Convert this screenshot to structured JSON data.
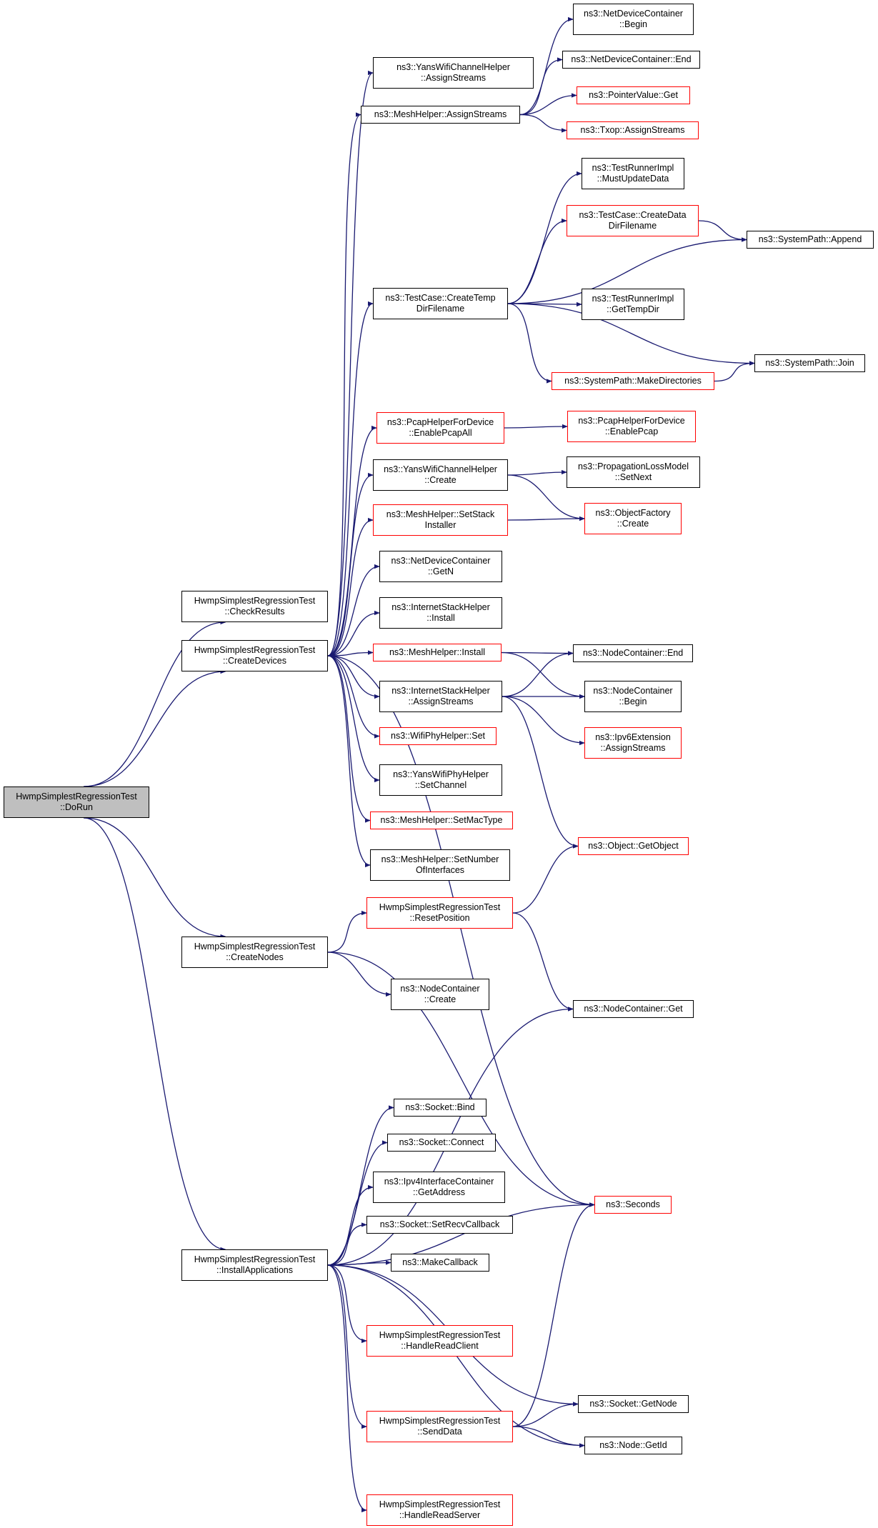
{
  "diagram": {
    "type": "call-graph",
    "edge_color": "#191970",
    "node_border_color": "#000000",
    "truncated_node_border_color": "#ff0000",
    "root_fill_color": "#bfbfbf",
    "nodes": [
      {
        "id": "dorun",
        "line1": "HwmpSimplestRegressionTest",
        "line2": "::DoRun",
        "style": "root"
      },
      {
        "id": "checkresults",
        "line1": "HwmpSimplestRegressionTest",
        "line2": "::CheckResults",
        "style": "normal"
      },
      {
        "id": "createdevices",
        "line1": "HwmpSimplestRegressionTest",
        "line2": "::CreateDevices",
        "style": "normal"
      },
      {
        "id": "createnodes",
        "line1": "HwmpSimplestRegressionTest",
        "line2": "::CreateNodes",
        "style": "normal"
      },
      {
        "id": "installapps",
        "line1": "HwmpSimplestRegressionTest",
        "line2": "::InstallApplications",
        "style": "normal"
      },
      {
        "id": "yanschan_assign",
        "line1": "ns3::YansWifiChannelHelper",
        "line2": "::AssignStreams",
        "style": "normal"
      },
      {
        "id": "mesh_assign",
        "line1": "ns3::MeshHelper::AssignStreams",
        "line2": "",
        "style": "normal"
      },
      {
        "id": "tc_createtemp",
        "line1": "ns3::TestCase::CreateTemp",
        "line2": "DirFilename",
        "style": "normal"
      },
      {
        "id": "pcap_all",
        "line1": "ns3::PcapHelperForDevice",
        "line2": "::EnablePcapAll",
        "style": "red"
      },
      {
        "id": "yanschan_create",
        "line1": "ns3::YansWifiChannelHelper",
        "line2": "::Create",
        "style": "normal"
      },
      {
        "id": "mesh_setstack",
        "line1": "ns3::MeshHelper::SetStack",
        "line2": "Installer",
        "style": "red"
      },
      {
        "id": "ndc_getn",
        "line1": "ns3::NetDeviceContainer",
        "line2": "::GetN",
        "style": "normal"
      },
      {
        "id": "ish_install",
        "line1": "ns3::InternetStackHelper",
        "line2": "::Install",
        "style": "normal"
      },
      {
        "id": "mesh_install",
        "line1": "ns3::MeshHelper::Install",
        "line2": "",
        "style": "red"
      },
      {
        "id": "ish_assign",
        "line1": "ns3::InternetStackHelper",
        "line2": "::AssignStreams",
        "style": "normal"
      },
      {
        "id": "wifiphy_set",
        "line1": "ns3::WifiPhyHelper::Set",
        "line2": "",
        "style": "red"
      },
      {
        "id": "yansphy_setchannel",
        "line1": "ns3::YansWifiPhyHelper",
        "line2": "::SetChannel",
        "style": "normal"
      },
      {
        "id": "mesh_setmac",
        "line1": "ns3::MeshHelper::SetMacType",
        "line2": "",
        "style": "red"
      },
      {
        "id": "mesh_setnum",
        "line1": "ns3::MeshHelper::SetNumber",
        "line2": "OfInterfaces",
        "style": "normal"
      },
      {
        "id": "resetpos",
        "line1": "HwmpSimplestRegressionTest",
        "line2": "::ResetPosition",
        "style": "red"
      },
      {
        "id": "nc_create",
        "line1": "ns3::NodeContainer",
        "line2": "::Create",
        "style": "normal"
      },
      {
        "id": "sock_bind",
        "line1": "ns3::Socket::Bind",
        "line2": "",
        "style": "normal"
      },
      {
        "id": "sock_connect",
        "line1": "ns3::Socket::Connect",
        "line2": "",
        "style": "normal"
      },
      {
        "id": "ipv4_getaddr",
        "line1": "ns3::Ipv4InterfaceContainer",
        "line2": "::GetAddress",
        "style": "normal"
      },
      {
        "id": "sock_setrecv",
        "line1": "ns3::Socket::SetRecvCallback",
        "line2": "",
        "style": "normal"
      },
      {
        "id": "makecallback",
        "line1": "ns3::MakeCallback",
        "line2": "",
        "style": "normal"
      },
      {
        "id": "readclient",
        "line1": "HwmpSimplestRegressionTest",
        "line2": "::HandleReadClient",
        "style": "red"
      },
      {
        "id": "senddata",
        "line1": "HwmpSimplestRegressionTest",
        "line2": "::SendData",
        "style": "red"
      },
      {
        "id": "readserver",
        "line1": "HwmpSimplestRegressionTest",
        "line2": "::HandleReadServer",
        "style": "red"
      },
      {
        "id": "ndc_begin",
        "line1": "ns3::NetDeviceContainer",
        "line2": "::Begin",
        "style": "normal"
      },
      {
        "id": "ndc_end",
        "line1": "ns3::NetDeviceContainer::End",
        "line2": "",
        "style": "normal"
      },
      {
        "id": "ptr_get",
        "line1": "ns3::PointerValue::Get",
        "line2": "",
        "style": "red"
      },
      {
        "id": "txop_assign",
        "line1": "ns3::Txop::AssignStreams",
        "line2": "",
        "style": "red"
      },
      {
        "id": "trimpl_must",
        "line1": "ns3::TestRunnerImpl",
        "line2": "::MustUpdateData",
        "style": "normal"
      },
      {
        "id": "tc_createdata",
        "line1": "ns3::TestCase::CreateData",
        "line2": "DirFilename",
        "style": "red"
      },
      {
        "id": "trimpl_gettemp",
        "line1": "ns3::TestRunnerImpl",
        "line2": "::GetTempDir",
        "style": "normal"
      },
      {
        "id": "sp_makedirs",
        "line1": "ns3::SystemPath::MakeDirectories",
        "line2": "",
        "style": "red"
      },
      {
        "id": "pcap_enable",
        "line1": "ns3::PcapHelperForDevice",
        "line2": "::EnablePcap",
        "style": "red"
      },
      {
        "id": "plm_setnext",
        "line1": "ns3::PropagationLossModel",
        "line2": "::SetNext",
        "style": "normal"
      },
      {
        "id": "of_create",
        "line1": "ns3::ObjectFactory",
        "line2": "::Create",
        "style": "red"
      },
      {
        "id": "nc_end",
        "line1": "ns3::NodeContainer::End",
        "line2": "",
        "style": "normal"
      },
      {
        "id": "nc_begin",
        "line1": "ns3::NodeContainer",
        "line2": "::Begin",
        "style": "normal"
      },
      {
        "id": "ipv6ext_assign",
        "line1": "ns3::Ipv6Extension",
        "line2": "::AssignStreams",
        "style": "red"
      },
      {
        "id": "obj_getobject",
        "line1": "ns3::Object::GetObject",
        "line2": "",
        "style": "red"
      },
      {
        "id": "nc_get",
        "line1": "ns3::NodeContainer::Get",
        "line2": "",
        "style": "normal"
      },
      {
        "id": "seconds",
        "line1": "ns3::Seconds",
        "line2": "",
        "style": "red"
      },
      {
        "id": "sock_getnode",
        "line1": "ns3::Socket::GetNode",
        "line2": "",
        "style": "normal"
      },
      {
        "id": "node_getid",
        "line1": "ns3::Node::GetId",
        "line2": "",
        "style": "normal"
      },
      {
        "id": "sp_append",
        "line1": "ns3::SystemPath::Append",
        "line2": "",
        "style": "normal"
      },
      {
        "id": "sp_join",
        "line1": "ns3::SystemPath::Join",
        "line2": "",
        "style": "normal"
      }
    ],
    "edges": [
      [
        "dorun",
        "checkresults"
      ],
      [
        "dorun",
        "createdevices"
      ],
      [
        "dorun",
        "createnodes"
      ],
      [
        "dorun",
        "installapps"
      ],
      [
        "createdevices",
        "yanschan_assign"
      ],
      [
        "createdevices",
        "mesh_assign"
      ],
      [
        "createdevices",
        "tc_createtemp"
      ],
      [
        "createdevices",
        "pcap_all"
      ],
      [
        "createdevices",
        "yanschan_create"
      ],
      [
        "createdevices",
        "mesh_setstack"
      ],
      [
        "createdevices",
        "ndc_getn"
      ],
      [
        "createdevices",
        "ish_install"
      ],
      [
        "createdevices",
        "mesh_install"
      ],
      [
        "createdevices",
        "ish_assign"
      ],
      [
        "createdevices",
        "wifiphy_set"
      ],
      [
        "createdevices",
        "yansphy_setchannel"
      ],
      [
        "createdevices",
        "mesh_setmac"
      ],
      [
        "createdevices",
        "mesh_setnum"
      ],
      [
        "createdevices",
        "seconds"
      ],
      [
        "mesh_assign",
        "ndc_begin"
      ],
      [
        "mesh_assign",
        "ndc_end"
      ],
      [
        "mesh_assign",
        "ptr_get"
      ],
      [
        "mesh_assign",
        "txop_assign"
      ],
      [
        "tc_createtemp",
        "trimpl_must"
      ],
      [
        "tc_createtemp",
        "tc_createdata"
      ],
      [
        "tc_createtemp",
        "sp_append"
      ],
      [
        "tc_createtemp",
        "trimpl_gettemp"
      ],
      [
        "tc_createtemp",
        "sp_join"
      ],
      [
        "tc_createtemp",
        "sp_makedirs"
      ],
      [
        "tc_createdata",
        "sp_append"
      ],
      [
        "sp_makedirs",
        "sp_join"
      ],
      [
        "pcap_all",
        "pcap_enable"
      ],
      [
        "yanschan_create",
        "plm_setnext"
      ],
      [
        "yanschan_create",
        "of_create"
      ],
      [
        "mesh_setstack",
        "of_create"
      ],
      [
        "mesh_install",
        "nc_end"
      ],
      [
        "mesh_install",
        "nc_begin"
      ],
      [
        "ish_assign",
        "nc_end"
      ],
      [
        "ish_assign",
        "nc_begin"
      ],
      [
        "ish_assign",
        "ipv6ext_assign"
      ],
      [
        "ish_assign",
        "obj_getobject"
      ],
      [
        "createnodes",
        "resetpos"
      ],
      [
        "createnodes",
        "nc_create"
      ],
      [
        "createnodes",
        "seconds"
      ],
      [
        "resetpos",
        "obj_getobject"
      ],
      [
        "resetpos",
        "nc_get"
      ],
      [
        "installapps",
        "nc_get"
      ],
      [
        "installapps",
        "sock_bind"
      ],
      [
        "installapps",
        "sock_connect"
      ],
      [
        "installapps",
        "ipv4_getaddr"
      ],
      [
        "installapps",
        "sock_setrecv"
      ],
      [
        "installapps",
        "makecallback"
      ],
      [
        "installapps",
        "seconds"
      ],
      [
        "installapps",
        "readclient"
      ],
      [
        "installapps",
        "sock_getnode"
      ],
      [
        "installapps",
        "senddata"
      ],
      [
        "installapps",
        "node_getid"
      ],
      [
        "installapps",
        "readserver"
      ],
      [
        "senddata",
        "seconds"
      ],
      [
        "senddata",
        "sock_getnode"
      ],
      [
        "senddata",
        "node_getid"
      ]
    ]
  }
}
